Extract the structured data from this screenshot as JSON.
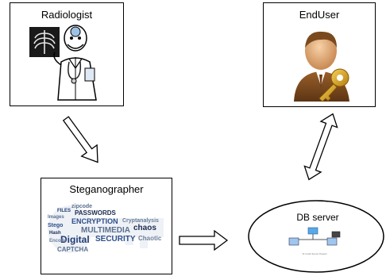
{
  "nodes": {
    "radiologist": {
      "label": "Radiologist"
    },
    "enduser": {
      "label": "EndUser"
    },
    "steganographer": {
      "label": "Steganographer",
      "word_cloud": [
        "zipcode",
        "FILES",
        "PASSWORDS",
        "ENCRYPTION",
        "Cryptanalysis",
        "chaos",
        "MULTIMEDIA",
        "Digital",
        "SECURITY",
        "Chaotic",
        "CAPTCHA",
        "Stego",
        "Hash",
        "Encode",
        "Images"
      ]
    },
    "db_server": {
      "label": "DB server",
      "caption": "Sr Code Server Pesant"
    }
  },
  "colors": {
    "wordcloud": [
      "#1f3b73",
      "#5a6f8f",
      "#2d4e8a",
      "#6b7d99",
      "#1b2b4f"
    ],
    "key_gold": "#d8a21a",
    "suit_brown": "#7a4a1e"
  }
}
